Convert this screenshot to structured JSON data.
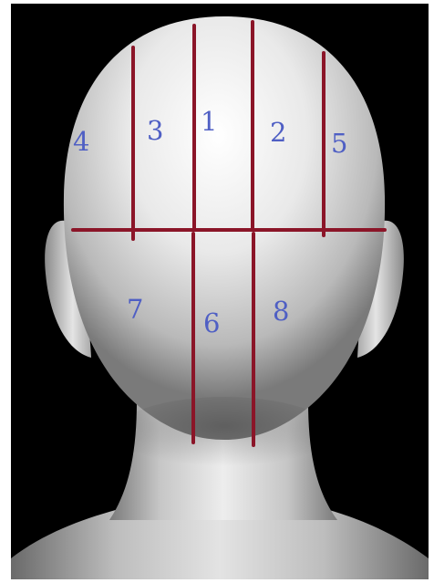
{
  "colors": {
    "background": "#000000",
    "head_light": "#ffffff",
    "head_mid": "#c9c9c9",
    "head_shadow": "#6a6a6a",
    "section_lines": "#8b1528",
    "zone_labels": "#4f5fc4"
  },
  "zones": [
    {
      "id": "zone-1",
      "label": "1"
    },
    {
      "id": "zone-2",
      "label": "2"
    },
    {
      "id": "zone-3",
      "label": "3"
    },
    {
      "id": "zone-4",
      "label": "4"
    },
    {
      "id": "zone-5",
      "label": "5"
    },
    {
      "id": "zone-6",
      "label": "6"
    },
    {
      "id": "zone-7",
      "label": "7"
    },
    {
      "id": "zone-8",
      "label": "8"
    }
  ]
}
